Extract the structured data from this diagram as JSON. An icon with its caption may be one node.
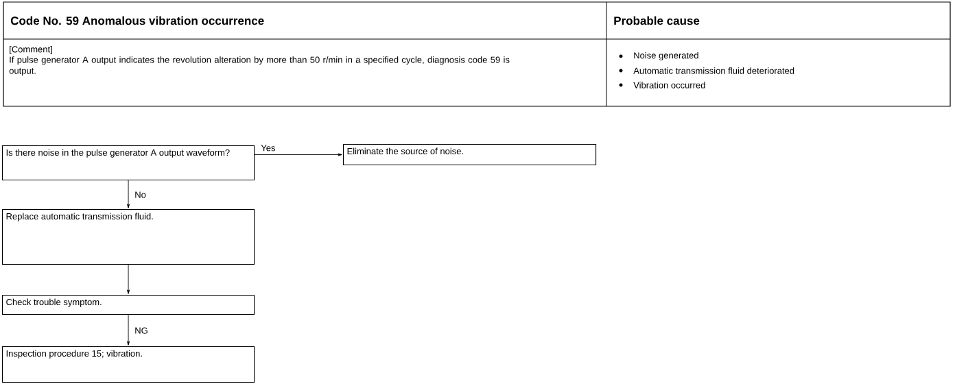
{
  "diagram": {
    "nodes": [
      {
        "text": [
          "Is there noise in the pulse generator A output waveform?"
        ]
      },
      {
        "text": [
          "Eliminate the source of noise."
        ]
      },
      {
        "text": [
          "Replace automatic transmission fluid."
        ]
      },
      {
        "text": [
          "Check trouble symptom."
        ]
      },
      {
        "text": [
          "Inspection procedure 15; vibration."
        ]
      }
    ],
    "edges": [
      {
        "from": 0,
        "to": 1,
        "arrow": "to",
        "label": "Yes"
      },
      {
        "from": 0,
        "to": 2,
        "arrow": "to",
        "label": "No"
      },
      {
        "from": 2,
        "to": 3,
        "arrow": "to"
      },
      {
        "from": 3,
        "to": 4,
        "arrow": "to",
        "label": "NG"
      }
    ],
    "labels": [
      "Code No. 59 Anomalous vibration occurrence",
      "Probable cause",
      "[Comment]",
      "If pulse generator A output indicates the revolution alteration by more than 50 r/min in a specified cycle, diagnosis code 59 is output.",
      "Noise generated",
      "Automatic transmission fluid deteriorated",
      "Vibration occurred"
    ]
  }
}
